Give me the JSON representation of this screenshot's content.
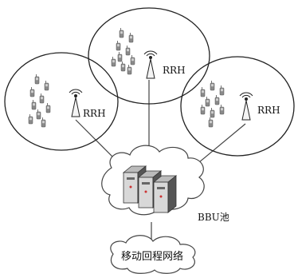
{
  "cells": [
    {
      "id": "cell-left",
      "rrh_label": "RRH",
      "phones": 9
    },
    {
      "id": "cell-top",
      "rrh_label": "RRH",
      "phones": 9
    },
    {
      "id": "cell-right",
      "rrh_label": "RRH",
      "phones": 9
    }
  ],
  "bbu": {
    "label": "BBU池"
  },
  "backhaul": {
    "label": "移动回程网络"
  },
  "colors": {
    "stroke": "#222222",
    "phone": "#8a8a8a",
    "server_front": "#d8d8d8",
    "server_side": "#555555"
  }
}
